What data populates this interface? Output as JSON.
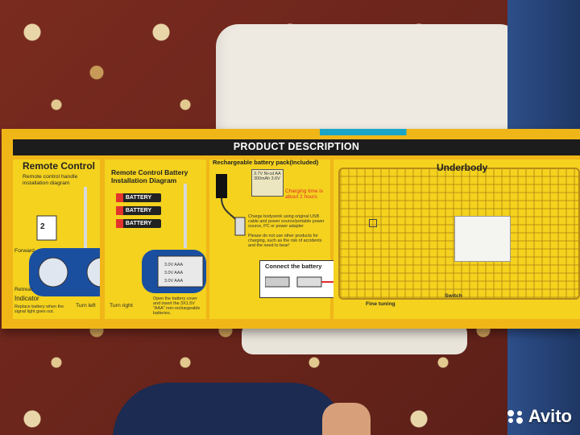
{
  "box": {
    "banner": "PRODUCT DESCRIPTION",
    "remote": {
      "title": "Remote Control",
      "subtitle": "Remote control handle installation diagram",
      "step_number": "2",
      "labels": {
        "forward": "Forward",
        "retreat": "Retreat",
        "indicator": "Indicator",
        "indicator_note": "Replace battery when the signal light goes out.",
        "turn_left": "Turn left",
        "turn_right": "Turn right"
      }
    },
    "battery": {
      "title": "Remote Control Battery Installation Diagram",
      "cell_label": "BATTERY",
      "holder_label": "3.0V AAA",
      "note": "Open the battery cover and insert the 3X1.5V \"AAA\" non-rechargeable batteries."
    },
    "rechargeable": {
      "title": "Rechargeable battery pack(Included)",
      "pack_label": "3.7V Ni-cd AA 300mAh 3.6V",
      "charging_time": "Charging time is about 2 hours",
      "note_1": "Charge bodywork using original USB cable and power source/portable power source, PC or power adapter",
      "note_2": "Please do not use other products for charging, such as the risk of accidents and the need to bear!",
      "connect_label": "Connect the battery"
    },
    "underbody": {
      "title": "Underbody",
      "fine_tuning": "Fine tuning",
      "switch": "Switch"
    }
  },
  "watermark": "Avito"
}
